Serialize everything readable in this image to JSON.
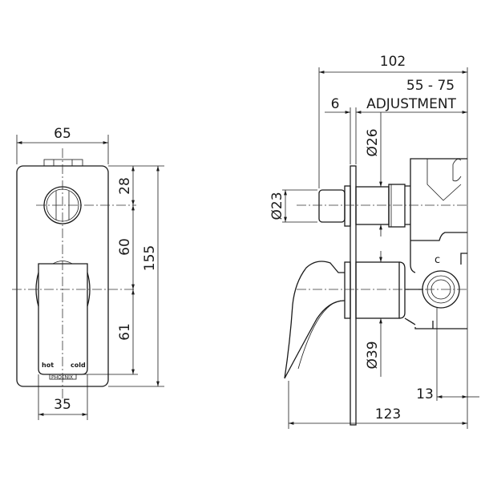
{
  "front_view": {
    "width": "65",
    "top_to_button": "28",
    "button_to_handle": "60",
    "handle_to_bottom": "61",
    "overall_height": "155",
    "handle_width": "35",
    "hot_label": "hot",
    "cold_label": "cold",
    "brand": "PHOENIX"
  },
  "side_view": {
    "overall_depth": "102",
    "adjustment_range": "55 - 75",
    "adjustment_label": "ADJUSTMENT",
    "plate_thickness": "6",
    "diverter_dia": "Ø26",
    "spout_dia": "Ø23",
    "lever_dia": "Ø39",
    "cold_marker": "c",
    "offset": "13",
    "overall_length": "123"
  }
}
